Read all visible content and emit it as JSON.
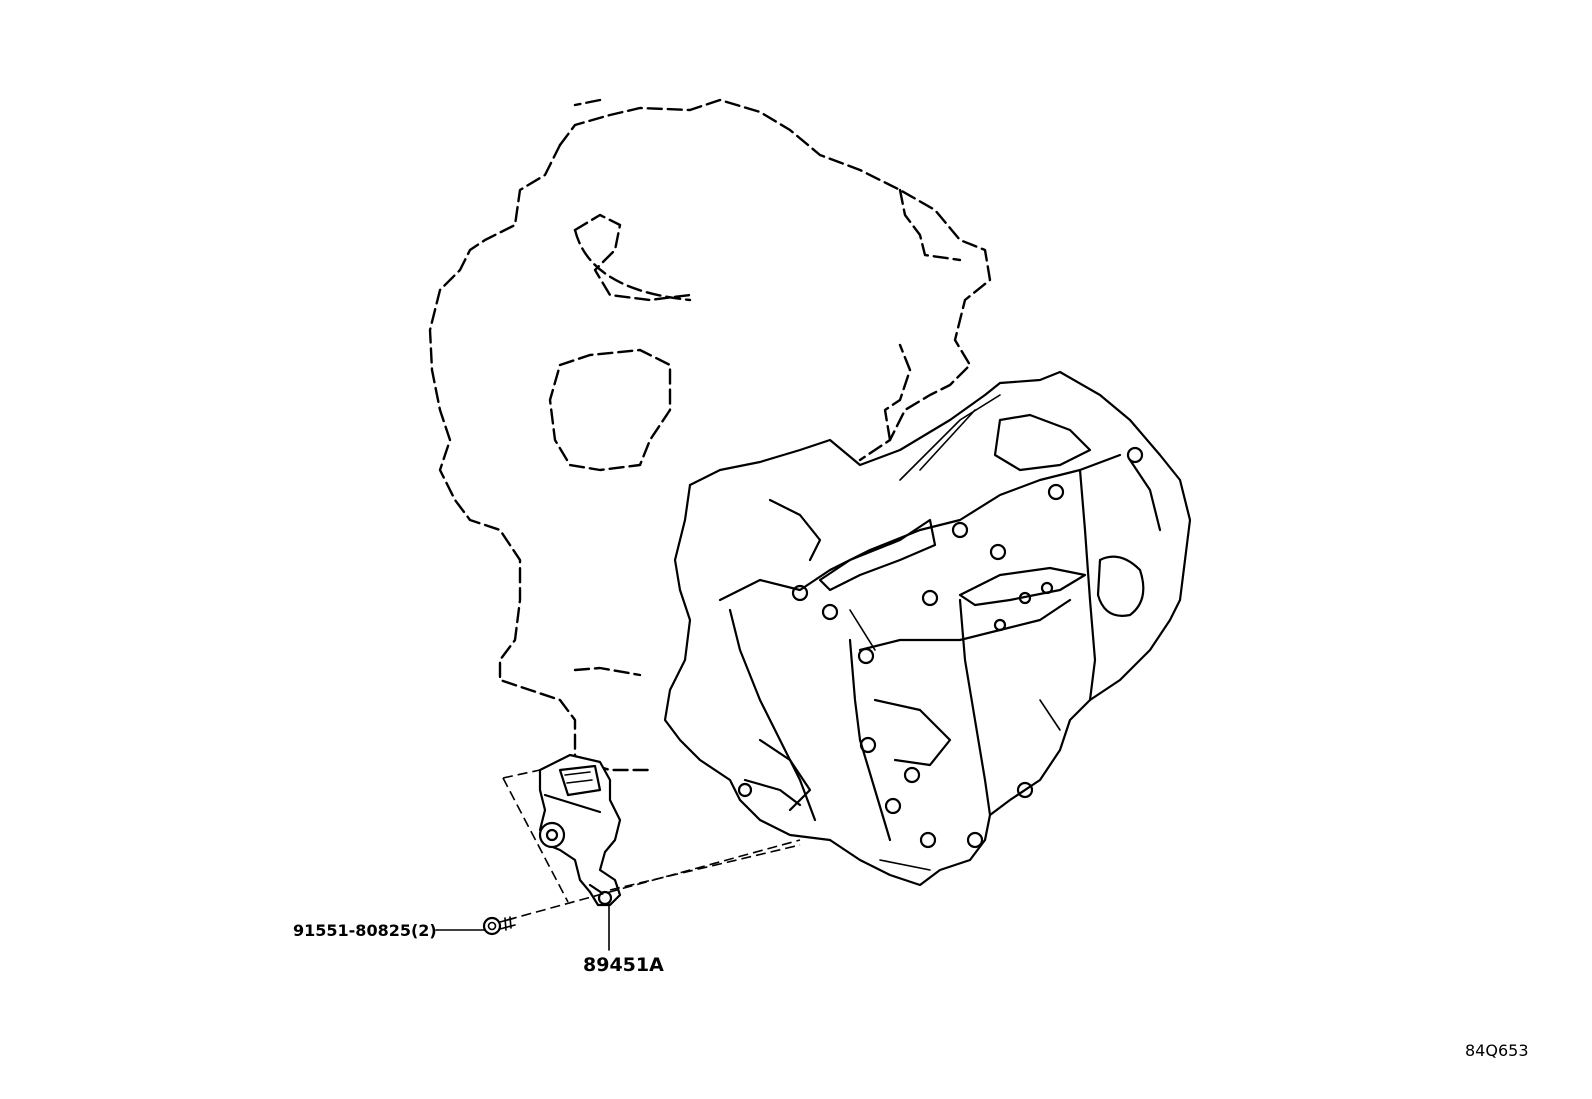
{
  "callouts": {
    "bolt_part": "91551-80825(2)",
    "switch_part": "89451A"
  },
  "diagram_ref": "84Q653",
  "colors": {
    "line": "#000000",
    "background": "#ffffff"
  }
}
